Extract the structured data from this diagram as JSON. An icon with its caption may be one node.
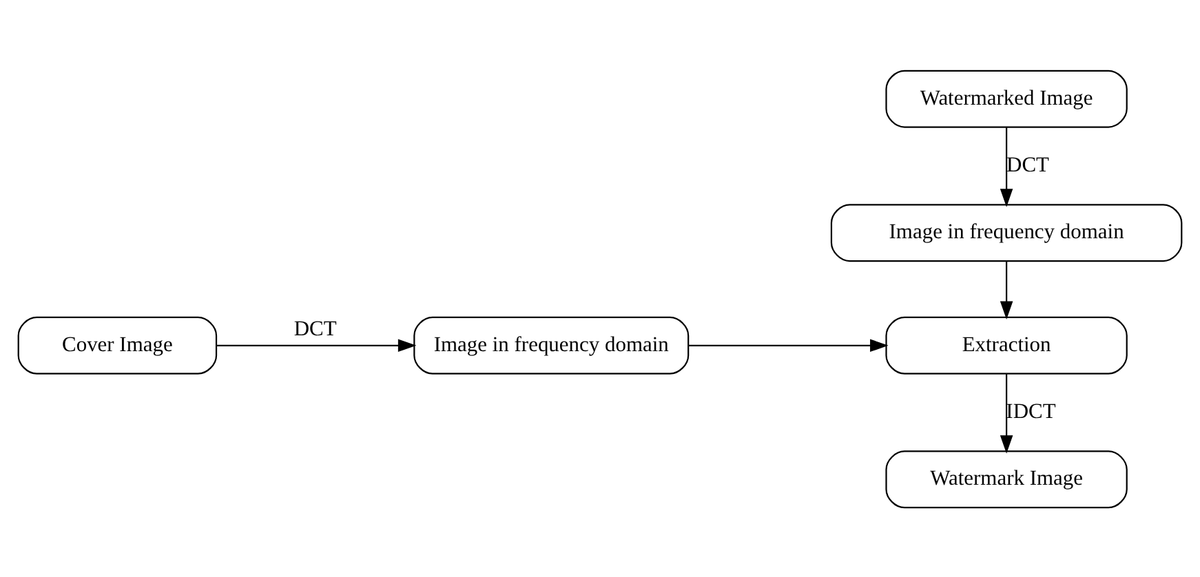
{
  "diagram": {
    "nodes": [
      {
        "text": [
          "Watermarked Image"
        ]
      },
      {
        "text": [
          "Image in frequency domain"
        ]
      },
      {
        "text": [
          "Cover Image"
        ]
      },
      {
        "text": [
          "Image in frequency domain"
        ]
      },
      {
        "text": [
          "Extraction"
        ]
      },
      {
        "text": [
          "Watermark Image"
        ]
      }
    ],
    "edges": [
      {
        "from": 0,
        "to": 1,
        "arrow": "to",
        "label": "DCT"
      },
      {
        "from": 1,
        "to": 4,
        "arrow": "to"
      },
      {
        "from": 2,
        "to": 3,
        "arrow": "to",
        "label": "DCT"
      },
      {
        "from": 3,
        "to": 4,
        "arrow": "to"
      },
      {
        "from": 4,
        "to": 5,
        "arrow": "to",
        "label": "IDCT"
      }
    ]
  }
}
